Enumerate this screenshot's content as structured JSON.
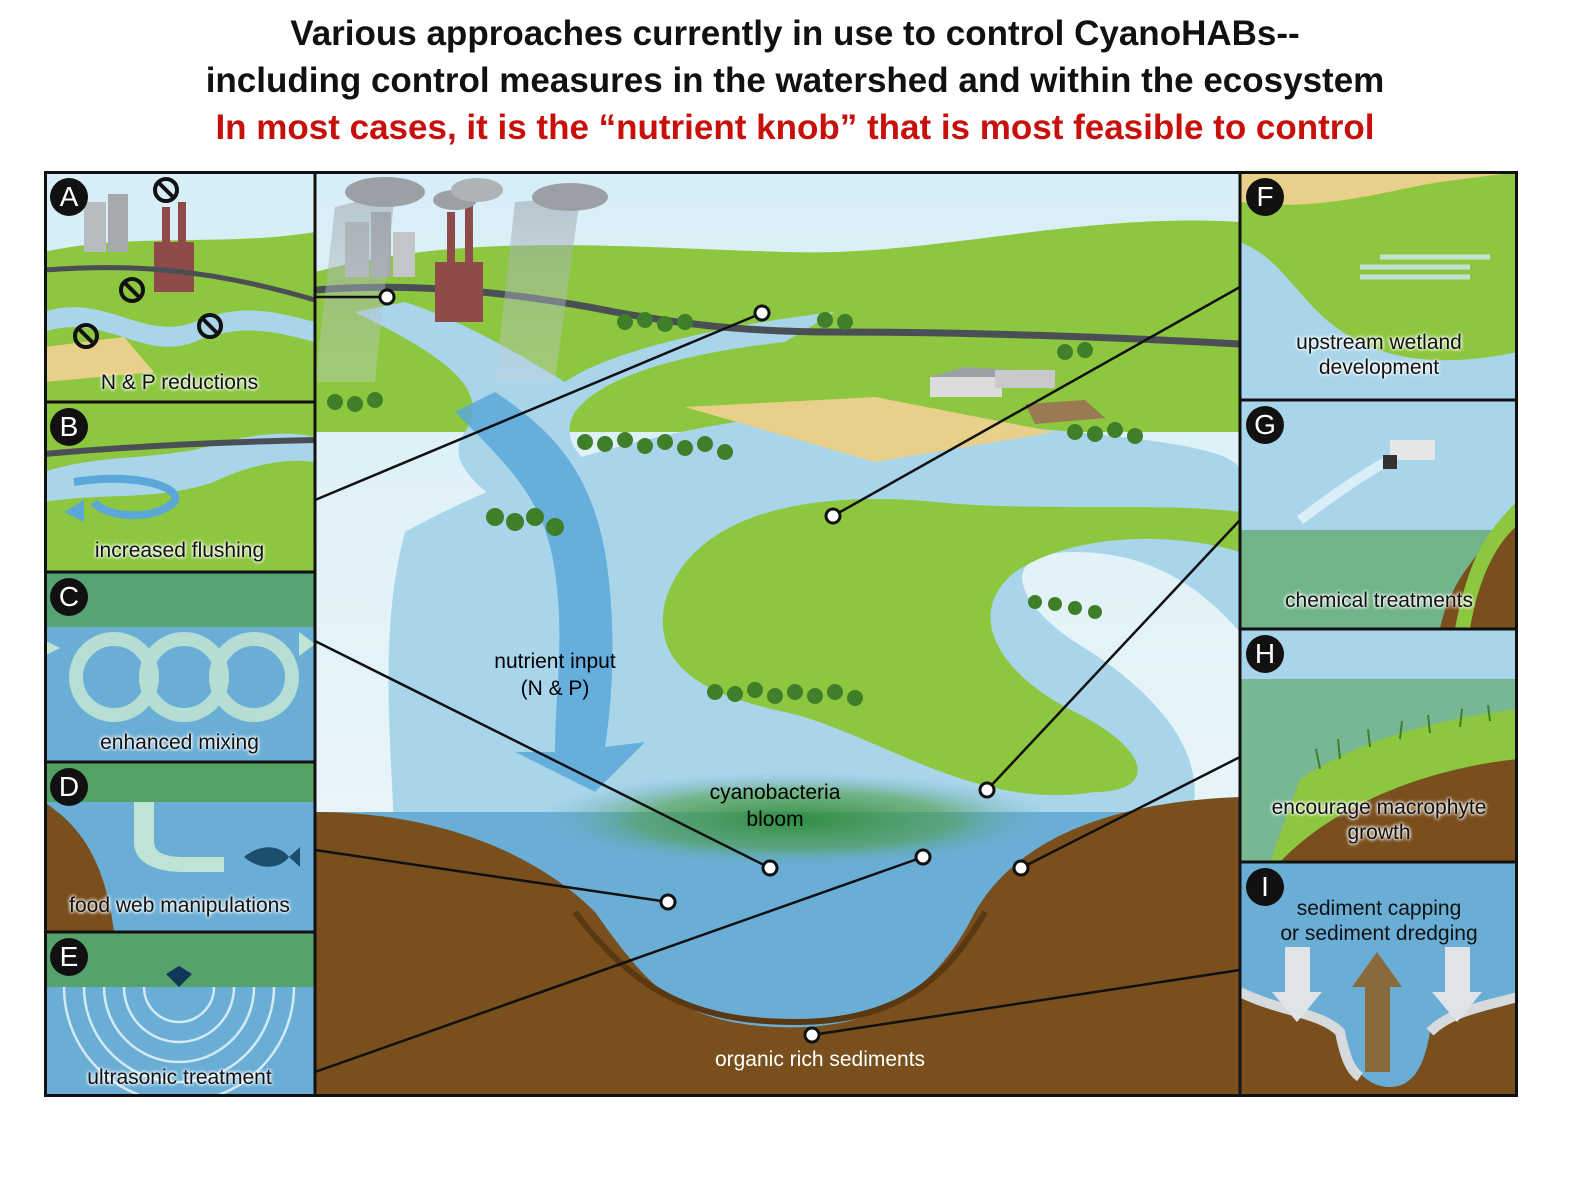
{
  "title": {
    "line1": "Various approaches currently in use to control CyanoHABs--",
    "line2": "including control measures in the watershed and within the ecosystem",
    "line3": "In most cases, it is the “nutrient knob” that is most feasible to control",
    "line3_color": "#c8100b"
  },
  "colors": {
    "water": "#a9d5ea",
    "water_deep": "#6aaed6",
    "land": "#8dc63f",
    "land_dark": "#5f9e2e",
    "sediment": "#7a4f1e",
    "field": "#e8cf8a",
    "arrow_blue": "#5aa7d8",
    "badge": "#111111"
  },
  "panels": {
    "A": {
      "letter": "A",
      "label": "N & P reductions"
    },
    "B": {
      "letter": "B",
      "label": "increased flushing"
    },
    "C": {
      "letter": "C",
      "label": "enhanced mixing"
    },
    "D": {
      "letter": "D",
      "label": "food web manipulations"
    },
    "E": {
      "letter": "E",
      "label": "ultrasonic treatment"
    },
    "F": {
      "letter": "F",
      "label_l1": "upstream wetland",
      "label_l2": "development"
    },
    "G": {
      "letter": "G",
      "label": "chemical treatments"
    },
    "H": {
      "letter": "H",
      "label_l1": "encourage macrophyte",
      "label_l2": "growth"
    },
    "I": {
      "letter": "I",
      "label_l1": "sediment capping",
      "label_l2": "or sediment dredging"
    }
  },
  "main": {
    "nutrient_l1": "nutrient input",
    "nutrient_l2": "(N & P)",
    "bloom_l1": "cyanobacteria",
    "bloom_l2": "bloom",
    "sediments": "organic rich sediments"
  }
}
